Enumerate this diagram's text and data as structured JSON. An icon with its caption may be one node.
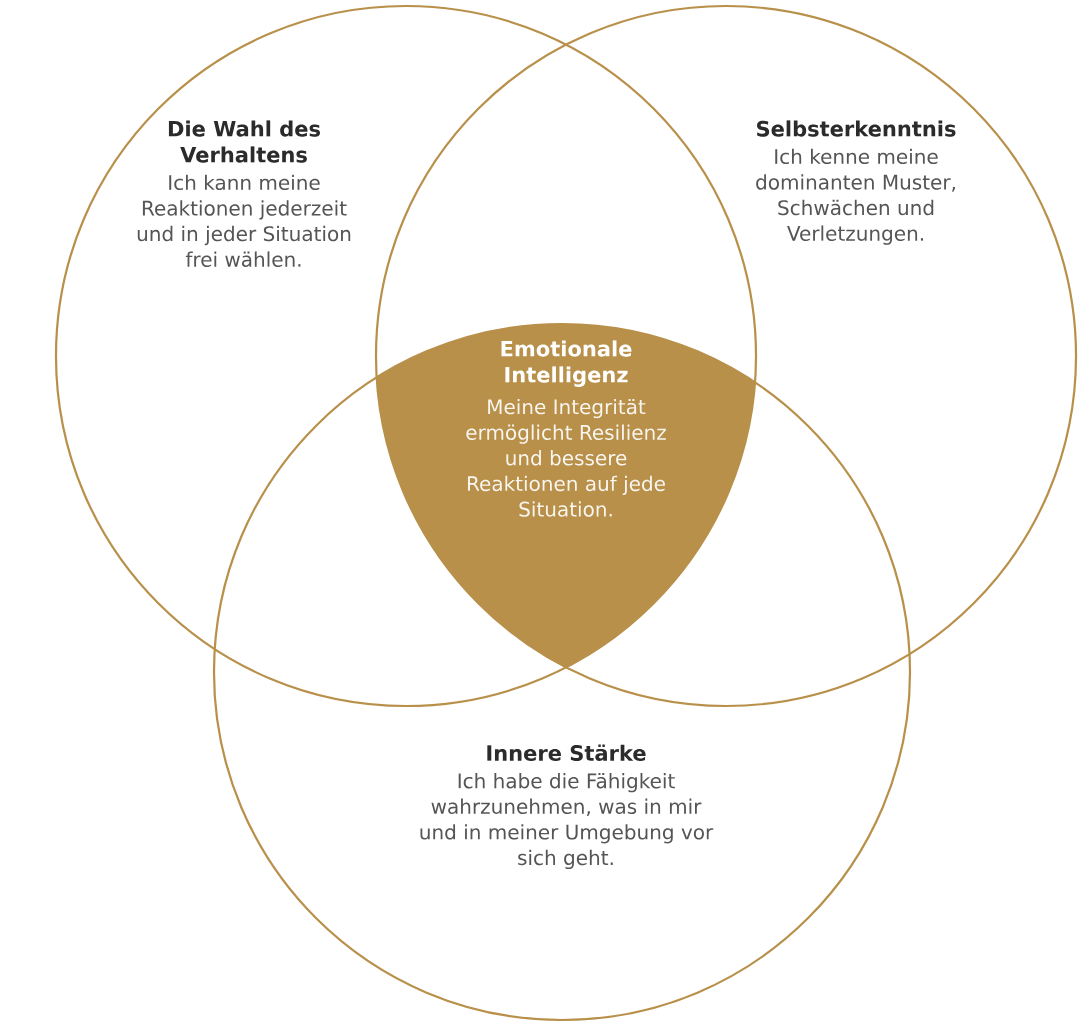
{
  "diagram": {
    "nodes": [
      {
        "text": [
          "Die Wahl des Verhaltens",
          "Ich kann meine Reaktionen jederzeit und in jeder Situation frei wählen."
        ]
      },
      {
        "text": [
          "Selbsterkenntnis",
          "Ich kenne meine dominanten Muster, Schwächen und Verletzungen."
        ]
      },
      {
        "text": [
          "Emotionale Intelligenz",
          "Meine Integrität ermöglicht Resilienz und bessere Reaktionen auf jede Situation."
        ]
      },
      {
        "text": [
          "Innere Stärke",
          "Ich habe die Fähigkeit wahrzunehmen, was in mir und in meiner Umgebung vor sich geht."
        ]
      }
    ],
    "edges": []
  }
}
